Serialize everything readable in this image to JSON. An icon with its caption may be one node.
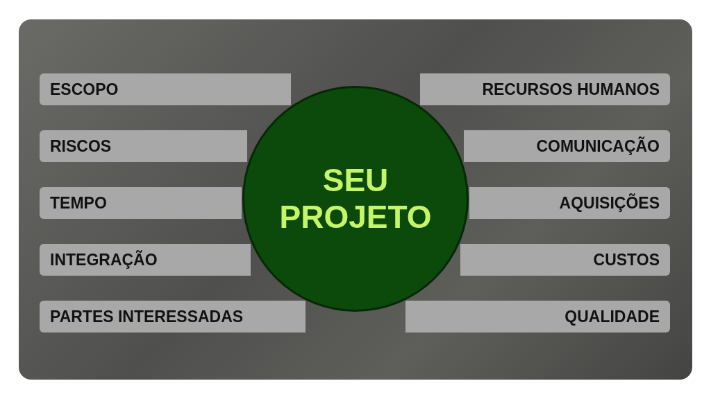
{
  "diagram": {
    "nodes": [
      {
        "text": [
          "ESCOPO"
        ]
      },
      {
        "text": [
          "RECURSOS HUMANOS"
        ]
      },
      {
        "text": [
          "RISCOS"
        ]
      },
      {
        "text": [
          "COMUNICAÇÃO"
        ]
      },
      {
        "text": [
          "TEMPO"
        ]
      },
      {
        "text": [
          "AQUISIÇÕES"
        ]
      },
      {
        "text": [
          "INTEGRAÇÃO"
        ]
      },
      {
        "text": [
          "CUSTOS"
        ]
      },
      {
        "text": [
          "PARTES INTERESSADAS"
        ]
      },
      {
        "text": [
          "QUALIDADE"
        ]
      },
      {
        "text": [
          "SEU PROJETO"
        ]
      }
    ],
    "edges": []
  }
}
